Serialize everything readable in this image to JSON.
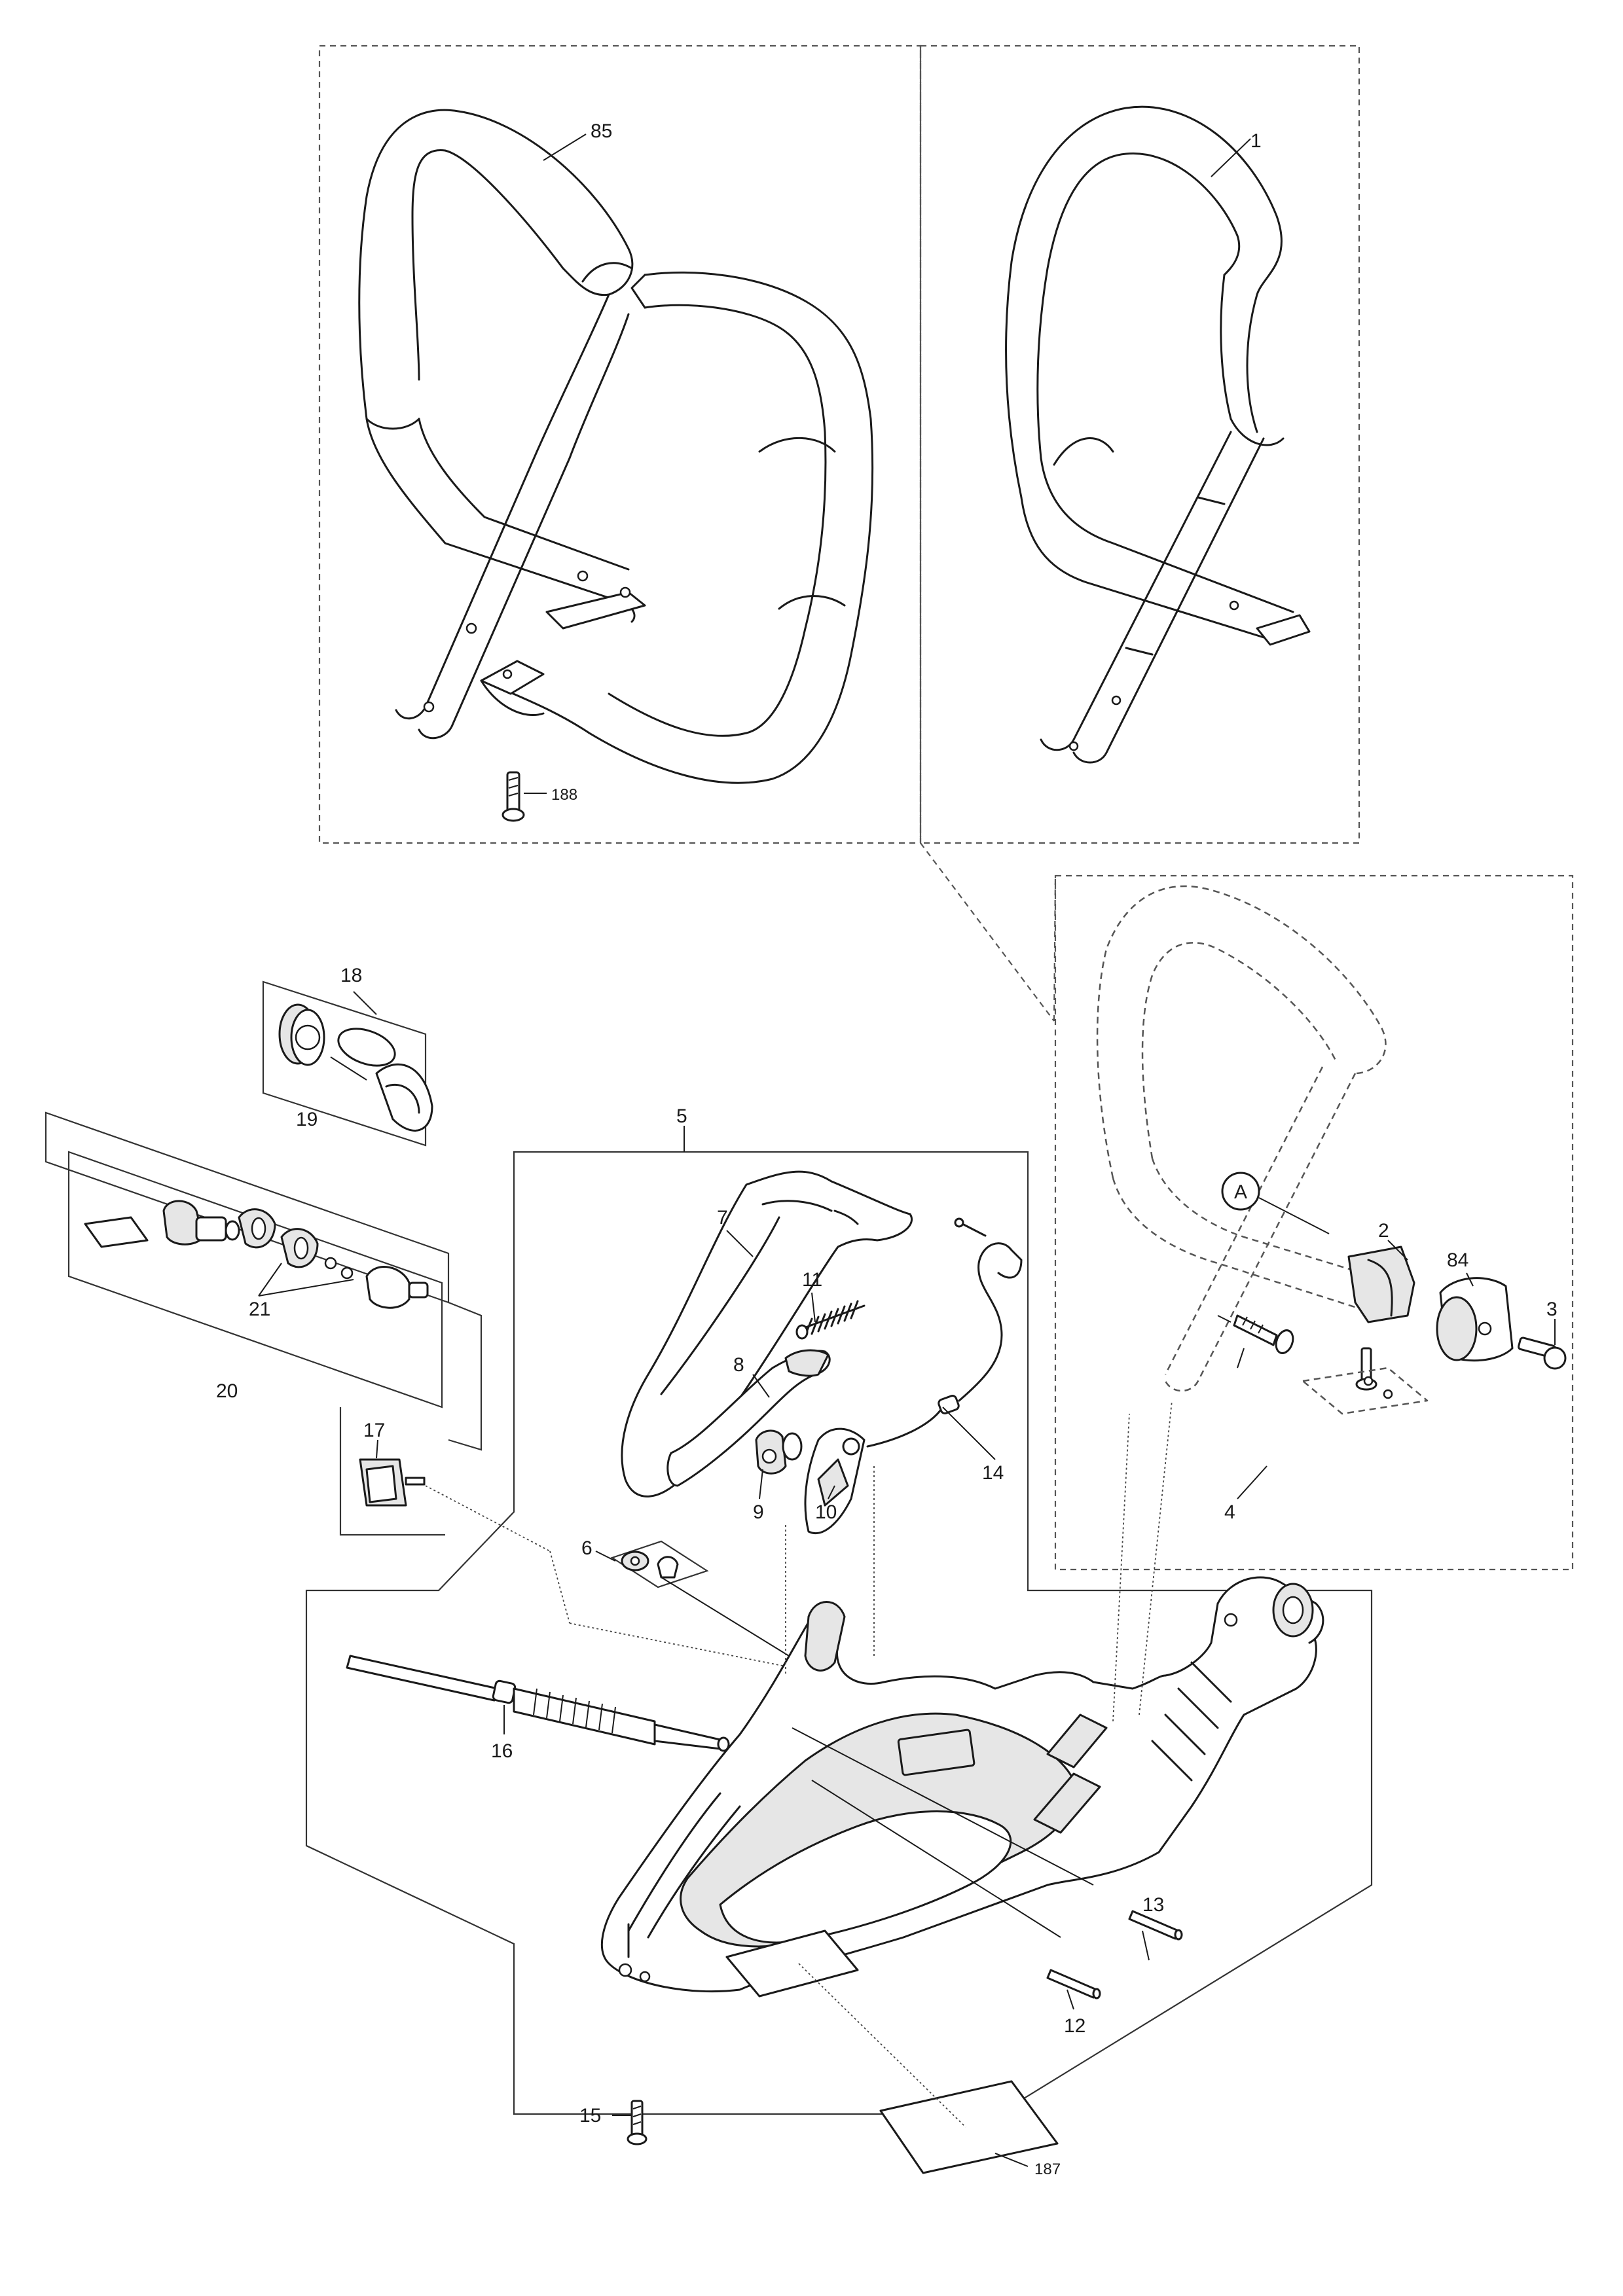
{
  "callouts": {
    "p85": "85",
    "p1": "1",
    "p188": "188",
    "p18": "18",
    "p19": "19",
    "p5": "5",
    "p7": "7",
    "p11": "11",
    "p8": "8",
    "p14": "14",
    "p9": "9",
    "p10": "10",
    "p6": "6",
    "p17": "17",
    "p21": "21",
    "p20": "20",
    "p16": "16",
    "pA": "A",
    "p2": "2",
    "p84": "84",
    "p3": "3",
    "p4": "4",
    "p13": "13",
    "p12": "12",
    "p15": "15",
    "p187": "187"
  }
}
